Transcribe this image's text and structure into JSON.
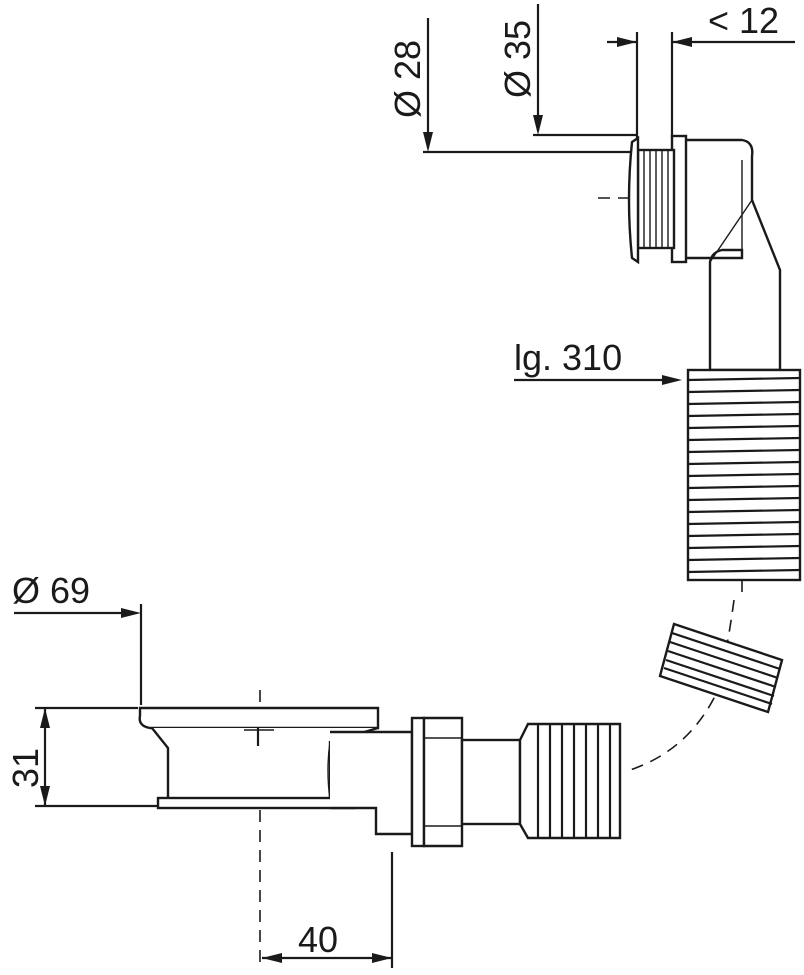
{
  "dimensions": {
    "d28": "Ø 28",
    "d35": "Ø 35",
    "lt12": "< 12",
    "lg310": "lg. 310",
    "d69": "Ø 69",
    "h31": "31",
    "w40": "40"
  }
}
